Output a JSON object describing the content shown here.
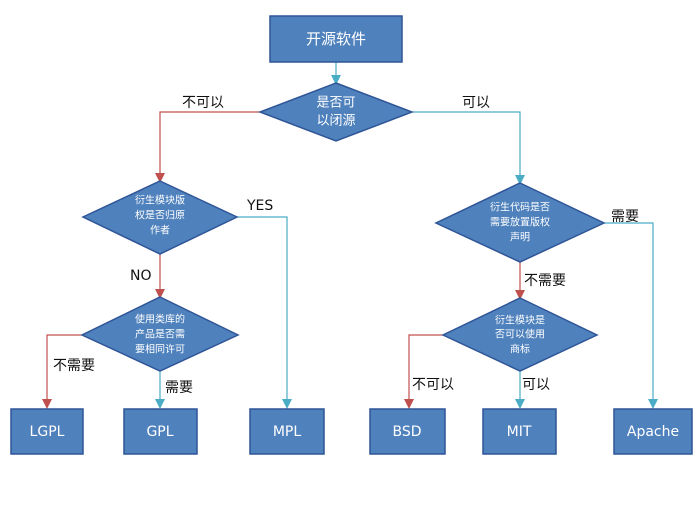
{
  "colors": {
    "node_fill": "#4f81bd",
    "node_stroke": "#2f5597",
    "red_edge": "#c0504d",
    "green_edge": "#4bacc6",
    "label": "#111111"
  },
  "nodes": {
    "root": "开源软件",
    "q_closed": [
      "是否可",
      "以闭源"
    ],
    "q_derived_author": [
      "衍生模块版",
      "权是否归原",
      "作者"
    ],
    "q_copyright_notice": [
      "衍生代码是否",
      "需要放置版权",
      "声明"
    ],
    "q_same_license": [
      "使用类库的",
      "产品是否需",
      "要相同许可"
    ],
    "q_trademark": [
      "衍生模块是",
      "否可以使用",
      "商标"
    ],
    "lgpl": "LGPL",
    "gpl": "GPL",
    "mpl": "MPL",
    "bsd": "BSD",
    "mit": "MIT",
    "apache": "Apache"
  },
  "edges": {
    "no_closed": "不可以",
    "yes_closed": "可以",
    "yes_mpl": "YES",
    "no_same": "NO",
    "no_need_lgpl": "不需要",
    "need_gpl": "需要",
    "need_apache": "需要",
    "no_need_trademark": "不需要",
    "cannot_bsd": "不可以",
    "can_mit": "可以"
  }
}
